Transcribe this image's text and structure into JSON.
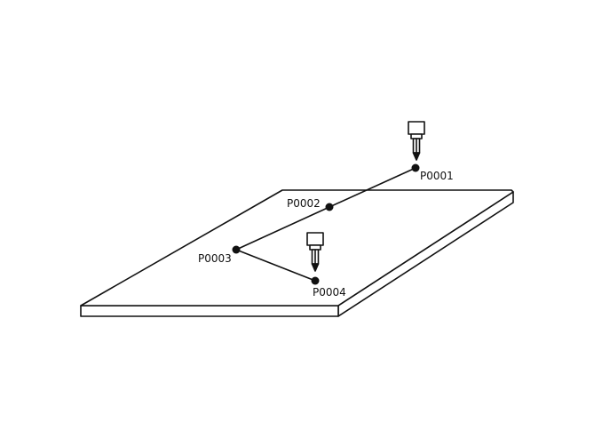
{
  "colors": {
    "stroke": "#111111",
    "background": "#ffffff"
  },
  "points": [
    {
      "id": "p1",
      "label": "P0001"
    },
    {
      "id": "p2",
      "label": "P0002"
    },
    {
      "id": "p3",
      "label": "P0003"
    },
    {
      "id": "p4",
      "label": "P0004"
    }
  ],
  "path_segments": [
    {
      "from": "p1",
      "to": "p2"
    },
    {
      "from": "p2",
      "to": "p3"
    },
    {
      "from": "p3",
      "to": "p4"
    }
  ],
  "tools": [
    {
      "icon": "dispensing-nozzle-icon",
      "near": "p1"
    },
    {
      "icon": "dispensing-nozzle-icon",
      "near": "p4"
    }
  ]
}
